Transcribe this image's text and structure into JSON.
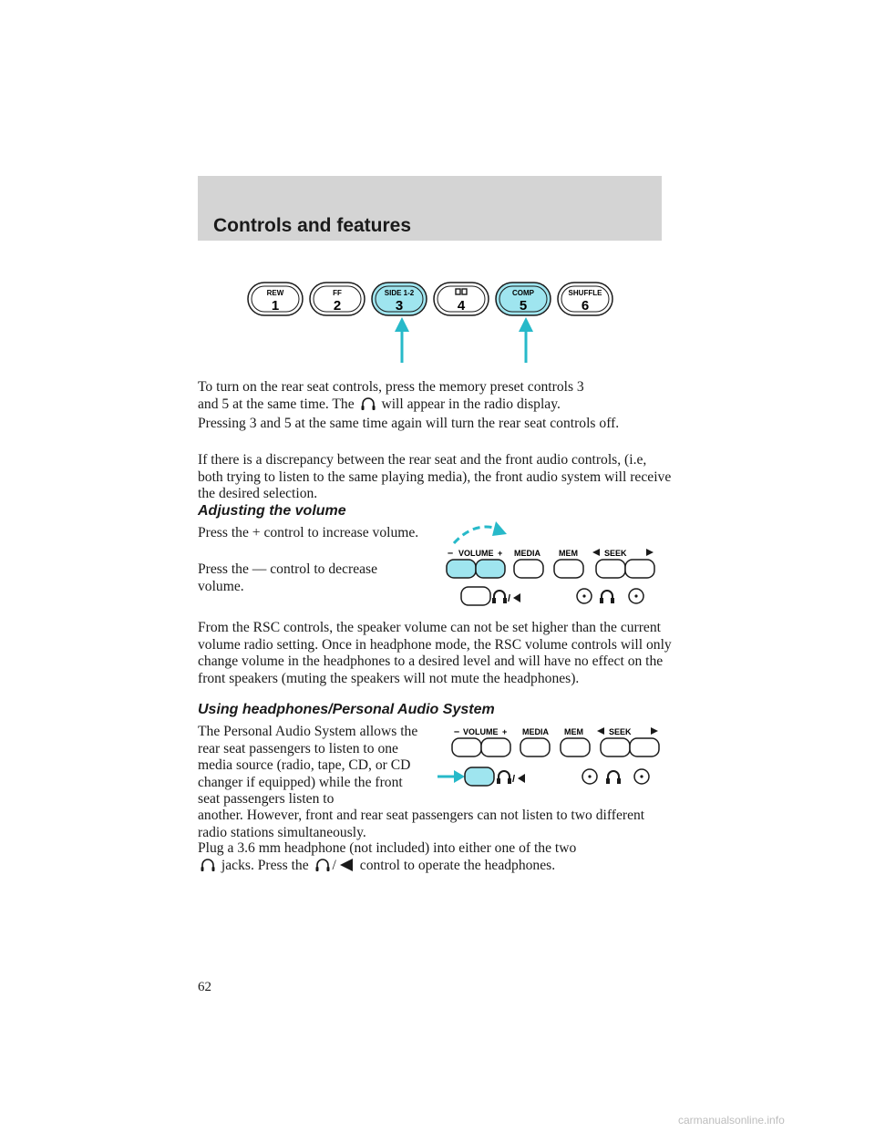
{
  "header": {
    "title": "Controls and features"
  },
  "preset_figure": {
    "buttons": [
      {
        "label": "REW",
        "number": "1",
        "highlighted": false
      },
      {
        "label": "FF",
        "number": "2",
        "highlighted": false
      },
      {
        "label": "SIDE 1-2",
        "number": "3",
        "highlighted": true
      },
      {
        "label": "",
        "number": "4",
        "highlighted": false
      },
      {
        "label": "COMP",
        "number": "5",
        "highlighted": true
      },
      {
        "label": "SHUFFLE",
        "number": "6",
        "highlighted": false
      }
    ],
    "arrow_color": "#27b9c9",
    "highlight_color": "#9fe5ef"
  },
  "paragraphs": {
    "p1a": "To turn on the rear seat controls, press the memory preset controls 3",
    "p1b": "and 5 at the same time. The",
    "p1c": "will appear in the radio display.",
    "p2": "Pressing 3 and 5 at the same time again will turn the rear seat controls off.",
    "p3": "If there is a discrepancy between the rear seat and the front audio controls, (i.e, both trying to listen to the same playing media), the front audio system will receive the desired selection.",
    "p4": "Press the + control to increase volume.",
    "p5": "Press the — control to decrease volume.",
    "p6": "From the RSC controls, the speaker volume can not be set higher than the current volume radio setting. Once in headphone mode, the RSC volume controls will only change volume in the headphones to a desired level and will have no effect on the front speakers (muting the speakers will not mute the headphones).",
    "p7_narrow": "The Personal Audio System allows the rear seat passengers to listen to one media source (radio, tape, CD, or CD changer if equipped) while the front seat passengers listen to",
    "p7_wide": "another. However, front and rear seat passengers can not listen to two different radio stations simultaneously.",
    "p8a": "Plug a 3.6 mm headphone (not included) into either one of the two",
    "p8b": "jacks. Press the",
    "p8c": "control to operate the headphones.",
    "slash": "/"
  },
  "subheadings": {
    "volume": "Adjusting the volume",
    "headphones": "Using headphones/Personal Audio System"
  },
  "rsc_panel": {
    "minus": "–",
    "plus": "+",
    "volume_label": "VOLUME",
    "media_label": "MEDIA",
    "mem_label": "MEM",
    "seek_label": "SEEK",
    "slash": "/"
  },
  "page_number": "62",
  "watermark": "carmanualsonline.info"
}
